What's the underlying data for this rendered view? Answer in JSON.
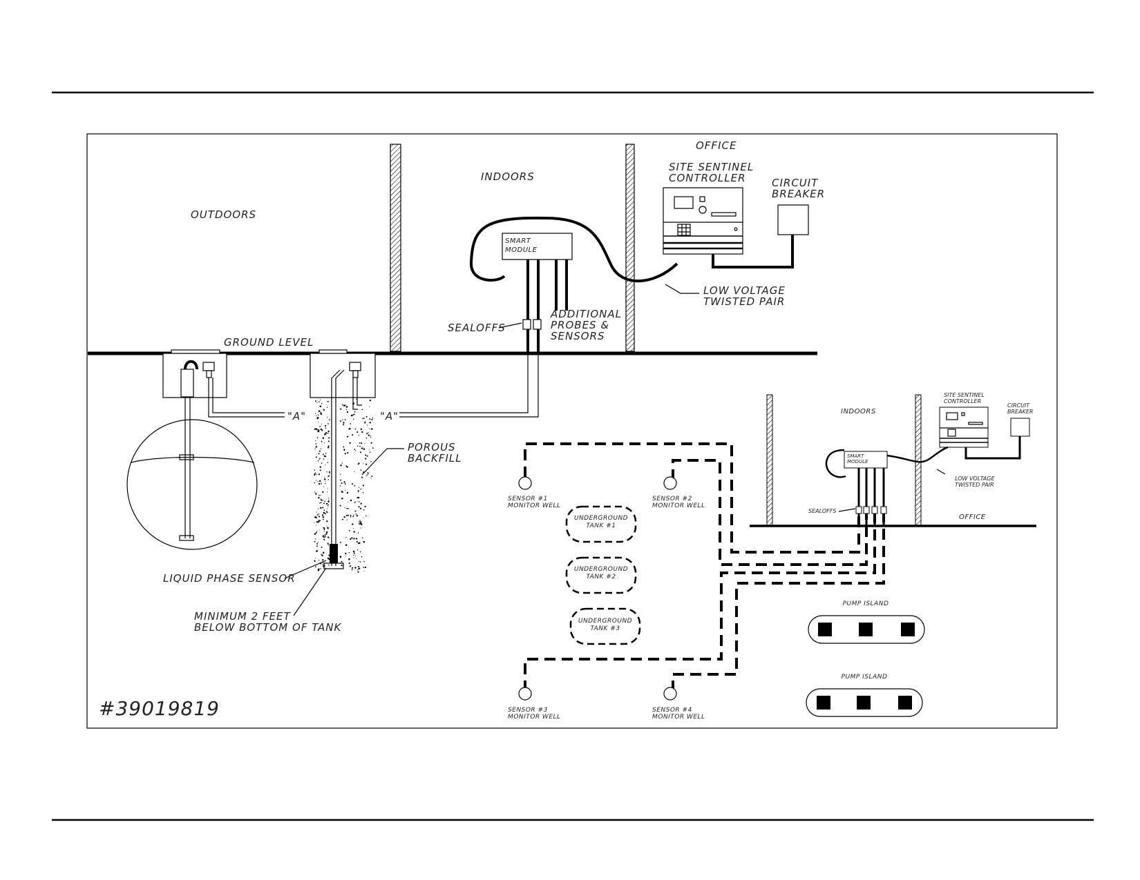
{
  "main_diagram": {
    "outdoors": "OUTDOORS",
    "indoors": "INDOORS",
    "office": "OFFICE",
    "controller_line1": "SITE SENTINEL",
    "controller_line2": "CONTROLLER",
    "breaker_line1": "CIRCUIT",
    "breaker_line2": "BREAKER",
    "module_line1": "SMART",
    "module_line2": "MODULE",
    "lv_line1": "LOW VOLTAGE",
    "lv_line2": "TWISTED PAIR",
    "additional_line1": "ADDITIONAL",
    "additional_line2": "PROBES &",
    "additional_line3": "SENSORS",
    "sealoffs": "SEALOFFS",
    "ground_level": "GROUND LEVEL",
    "a_marker_1": "\"A\"",
    "a_marker_2": "\"A\"",
    "porous_line1": "POROUS",
    "porous_line2": "BACKFILL",
    "liquid_phase": "LIQUID PHASE SENSOR",
    "minimum_line1": "MINIMUM 2 FEET",
    "minimum_line2": "BELOW BOTTOM OF TANK",
    "drawing_number": "#39019819"
  },
  "site_plan": {
    "sensors": [
      {
        "line1": "SENSOR #1",
        "line2": "MONITOR WELL"
      },
      {
        "line1": "SENSOR #2",
        "line2": "MONITOR WELL"
      },
      {
        "line1": "SENSOR #3",
        "line2": "MONITOR WELL"
      },
      {
        "line1": "SENSOR #4",
        "line2": "MONITOR WELL"
      }
    ],
    "tanks": [
      {
        "line1": "UNDERGROUND",
        "line2": "TANK #1"
      },
      {
        "line1": "UNDERGROUND",
        "line2": "TANK #2"
      },
      {
        "line1": "UNDERGROUND",
        "line2": "TANK #3"
      }
    ],
    "pump_islands": [
      "PUMP ISLAND",
      "PUMP ISLAND"
    ]
  },
  "inset": {
    "indoors": "INDOORS",
    "office": "OFFICE",
    "controller_line1": "SITE SENTINEL",
    "controller_line2": "CONTROLLER",
    "breaker_line1": "CIRCUIT",
    "breaker_line2": "BREAKER",
    "module_line1": "SMART",
    "module_line2": "MODULE",
    "lv_line1": "LOW VOLTAGE",
    "lv_line2": "TWISTED PAIR",
    "sealoffs": "SEALOFFS"
  }
}
